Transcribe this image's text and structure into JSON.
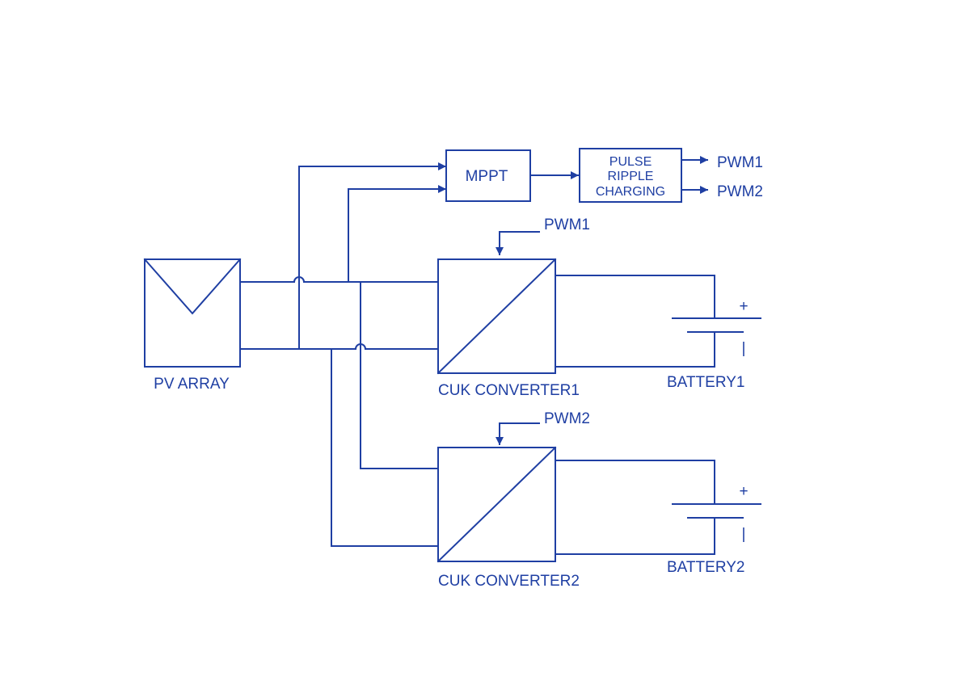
{
  "colors": {
    "line": "#1f3fa3",
    "text": "#1f3fa3",
    "background": "#ffffff"
  },
  "blocks": {
    "pv_array": "PV ARRAY",
    "mppt": "MPPT",
    "pulse_ripple_charging": [
      "PULSE",
      "RIPPLE",
      "CHARGING"
    ],
    "cuk_converter_1": "CUK CONVERTER1",
    "cuk_converter_2": "CUK CONVERTER2",
    "battery_1": "BATTERY1",
    "battery_2": "BATTERY2"
  },
  "signals": {
    "pwm1_out": "PWM1",
    "pwm2_out": "PWM2",
    "pwm1_in": "PWM1",
    "pwm2_in": "PWM2"
  },
  "polarity": {
    "plus": "+",
    "minus": "|"
  }
}
